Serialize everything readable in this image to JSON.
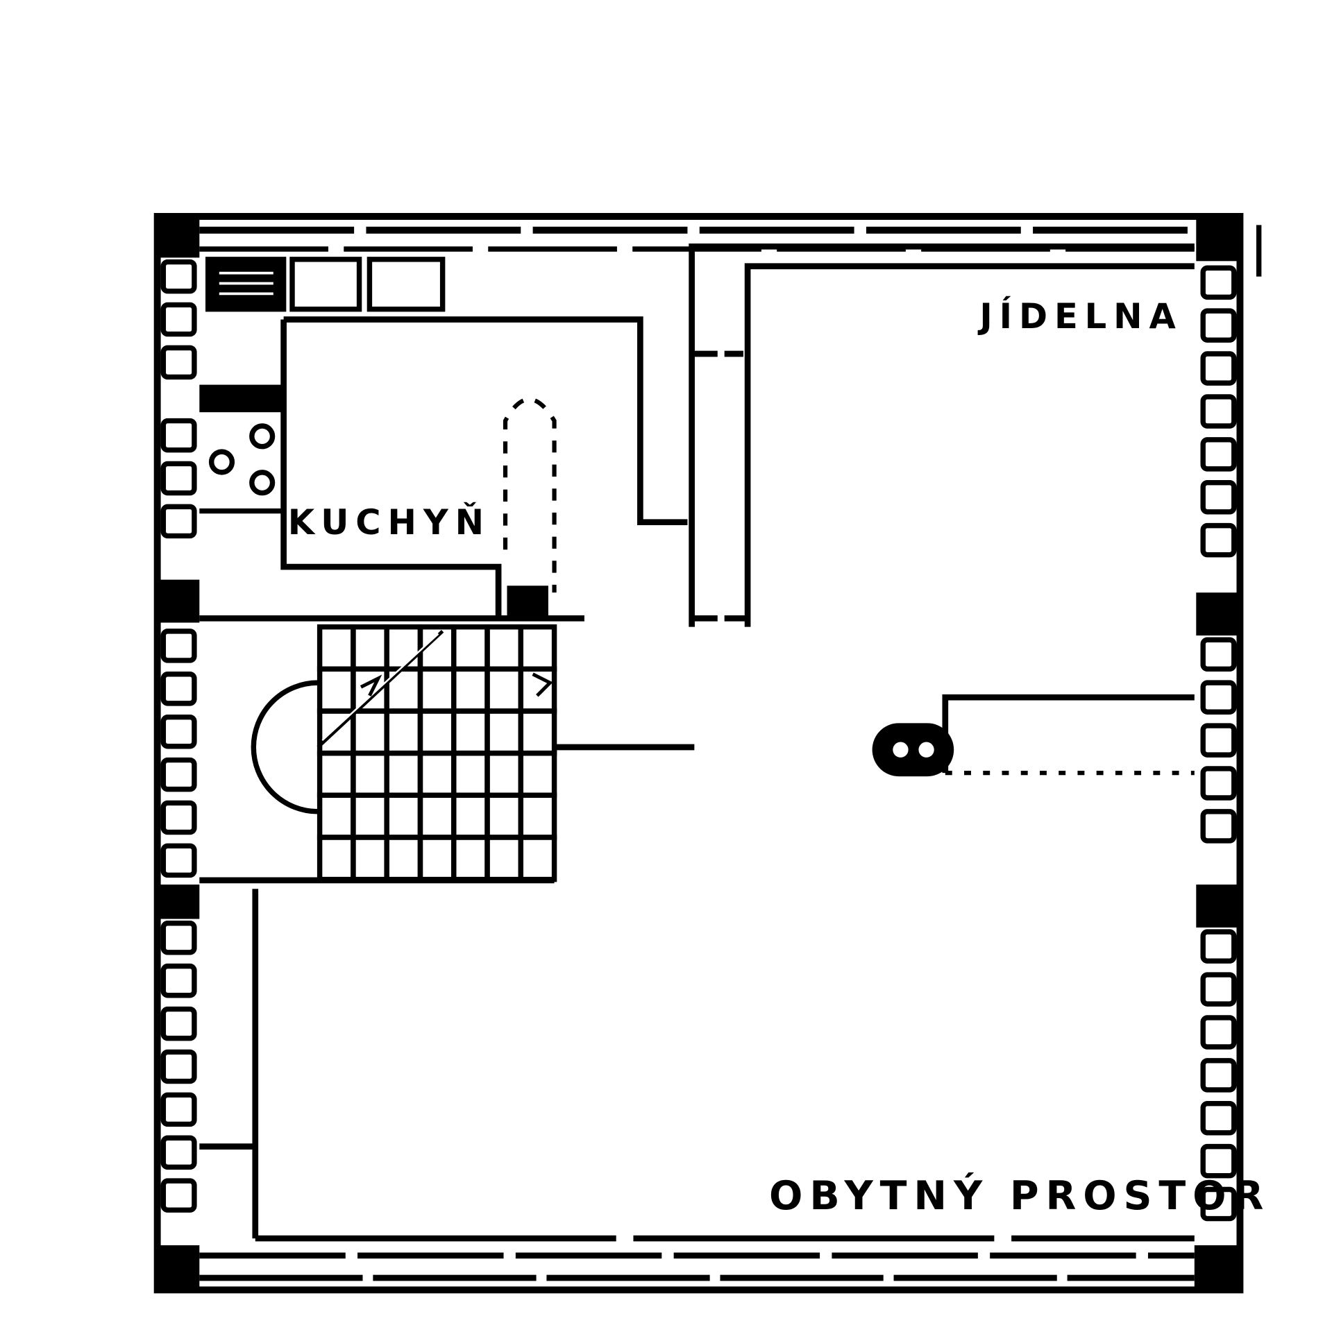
{
  "plan": {
    "rooms": {
      "dining": "JÍDELNA",
      "kitchen": "KUCHYŇ",
      "living": "OBYTNÝ PROSTOR"
    },
    "ink_color": "#000000",
    "paper_color": "#ffffff"
  }
}
